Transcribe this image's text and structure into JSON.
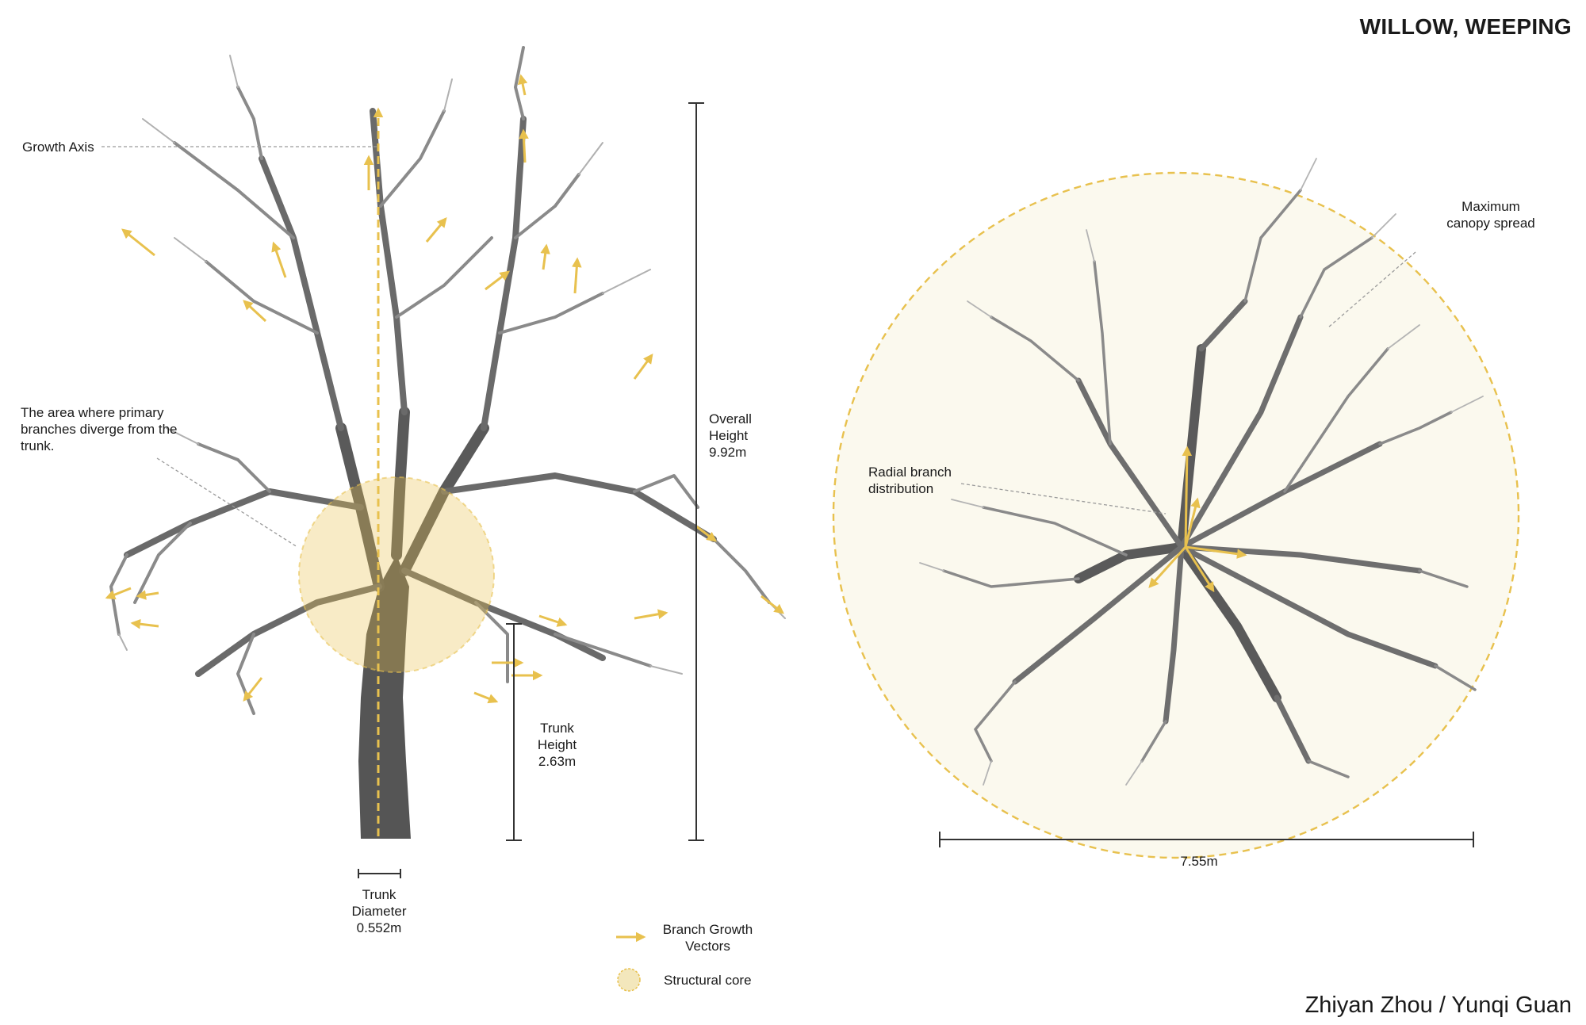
{
  "title": "WILLOW, WEEPING",
  "authors": "Zhiyan Zhou / Yunqi Guan",
  "colors": {
    "accent": "#E8C14E",
    "core_fill": "#F3E7BC",
    "canopy_fill": "#FBF9EE",
    "branch": "#6E6E6E",
    "trunk": "#4E4E4E",
    "leader": "#9A9A9A"
  },
  "elevation": {
    "growth_axis_label": "Growth Axis",
    "divergence_note": "The area where primary branches diverge from the trunk.",
    "overall_height": "Overall Height 9.92m",
    "trunk_height": "Trunk Height 2.63m",
    "trunk_diameter": "Trunk Diameter 0.552m"
  },
  "plan": {
    "canopy_label": "Maximum canopy spread",
    "radial_label": "Radial branch distribution",
    "spread": "7.55m"
  },
  "legend": [
    {
      "icon": "arrow-icon",
      "label": "Branch Growth Vectors"
    },
    {
      "icon": "dashed-circle-icon",
      "label": "Structural core"
    }
  ]
}
